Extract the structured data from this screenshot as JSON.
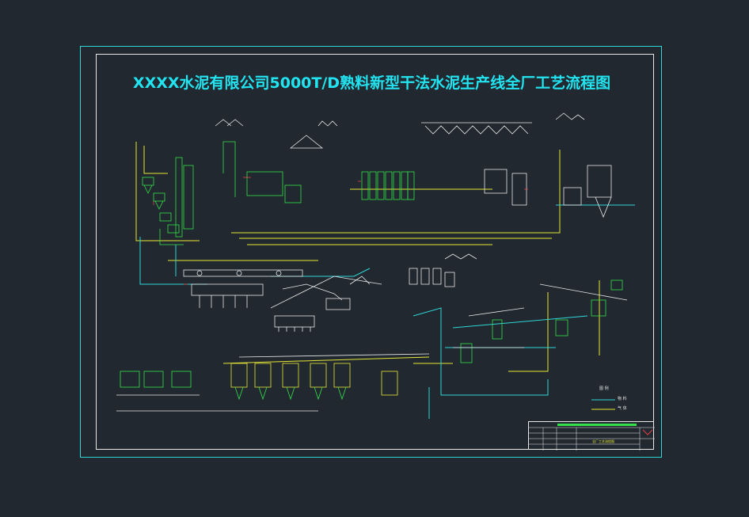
{
  "drawing": {
    "title": "XXXX水泥有限公司5000T/D熟料新型干法水泥生产线全厂工艺流程图"
  },
  "legend": {
    "heading": "图 例",
    "items": [
      {
        "label": "物 料",
        "color": "#2fd6d6"
      },
      {
        "label": "气 体",
        "color": "#e6e635"
      }
    ]
  },
  "title_block": {
    "sheet_name": "全厂工艺流程图",
    "colors": {
      "frame": "#2fd6d6",
      "text": "#d8d8d8",
      "logo": "#e04040"
    }
  },
  "colors": {
    "background": "#212830",
    "frame_outer": "#2fd6d6",
    "frame_inner": "#e8e8e8",
    "title": "#22e4f0",
    "pipe_yellow": "#e6e635",
    "pipe_cyan": "#2fd6d6",
    "equipment_green": "#35e04a",
    "equipment_white": "#e8e8e8",
    "equipment_red": "#e04848"
  }
}
